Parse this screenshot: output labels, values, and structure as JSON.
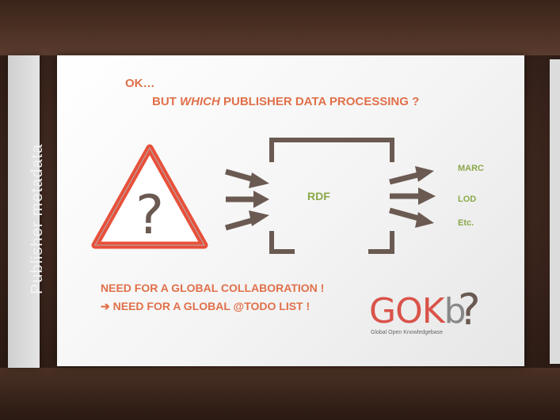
{
  "side_title": "Publisher metadata",
  "slide": {
    "ok": "OK…",
    "question_prefix": "BUT ",
    "question_em": "WHICH",
    "question_suffix": " PUBLISHER DATA PROCESSING ?",
    "center_label": "RDF",
    "outputs": [
      "MARC",
      "LOD",
      "Etc."
    ],
    "need_lines": [
      "NEED FOR A GLOBAL COLLABORATION !",
      "➔ NEED FOR A GLOBAL @TODO LIST !"
    ],
    "logo": {
      "text_main": "GOK",
      "text_b": "b",
      "tagline": "Global Open Knowledgebase",
      "question_mark": "?"
    },
    "warning_sign": {
      "icon": "warning-triangle-icon",
      "glyph": "?",
      "border_color": "#e8503a"
    }
  },
  "colors": {
    "accent_orange": "#e0704a",
    "accent_green": "#8aa84a",
    "arrow_brown": "#6b5a52"
  }
}
